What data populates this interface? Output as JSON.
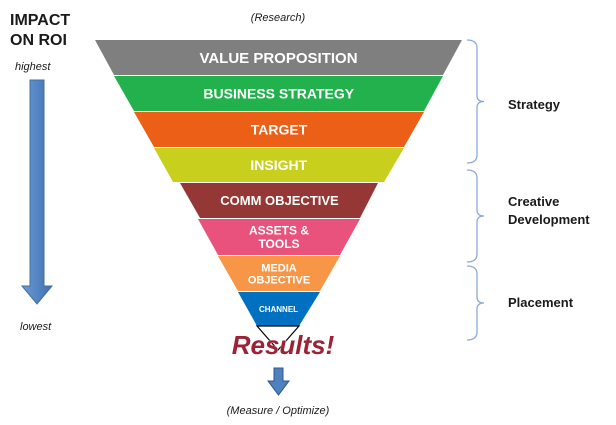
{
  "left_scale": {
    "title_line1": "IMPACT",
    "title_line2": "ON ROI",
    "top_label": "highest",
    "bottom_label": "lowest",
    "title_color": "#1a1a1a",
    "arrow_color": "#4f81bd"
  },
  "top_label": "(Research)",
  "bottom_label": "(Measure / Optimize)",
  "results_label": "Results!",
  "results_color": "#9b2335",
  "funnel_layers": [
    {
      "label_lines": [
        "VALUE PROPOSITION"
      ],
      "color": "#7f7f7f"
    },
    {
      "label_lines": [
        "BUSINESS STRATEGY"
      ],
      "color": "#22b14c"
    },
    {
      "label_lines": [
        "TARGET"
      ],
      "color": "#ec5f16"
    },
    {
      "label_lines": [
        "INSIGHT"
      ],
      "color": "#c9cf1d"
    },
    {
      "label_lines": [
        "COMM OBJECTIVE"
      ],
      "color": "#953735"
    },
    {
      "label_lines": [
        "ASSETS &",
        "TOOLS"
      ],
      "color": "#e8527d"
    },
    {
      "label_lines": [
        "MEDIA",
        "OBJECTIVE"
      ],
      "color": "#f79646"
    },
    {
      "label_lines": [
        "CHANNEL"
      ],
      "color": "#0070c0"
    }
  ],
  "groups": [
    {
      "label_lines": [
        "Strategy"
      ]
    },
    {
      "label_lines": [
        "Creative",
        "Development"
      ]
    },
    {
      "label_lines": [
        "Placement"
      ]
    }
  ],
  "colors": {
    "bracket": "#8eaadb",
    "text_dark": "#1a1a1a",
    "layer_text": "#ffffff",
    "down_arrow": "#4f81bd"
  }
}
